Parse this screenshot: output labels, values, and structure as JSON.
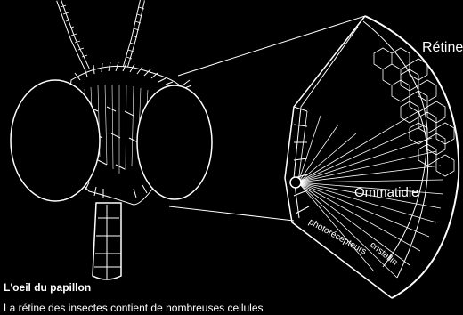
{
  "labels": {
    "retina": "Rétine",
    "ommatidium": "Ommatidie",
    "photoreceptor": "photorécepteurs",
    "crystalline": "cristallin"
  },
  "caption": {
    "title": "L'oeil du papillon",
    "text": "La rétine des insectes contient de nombreuses cellules"
  },
  "colors": {
    "background": "#000000",
    "line": "#ffffff"
  }
}
